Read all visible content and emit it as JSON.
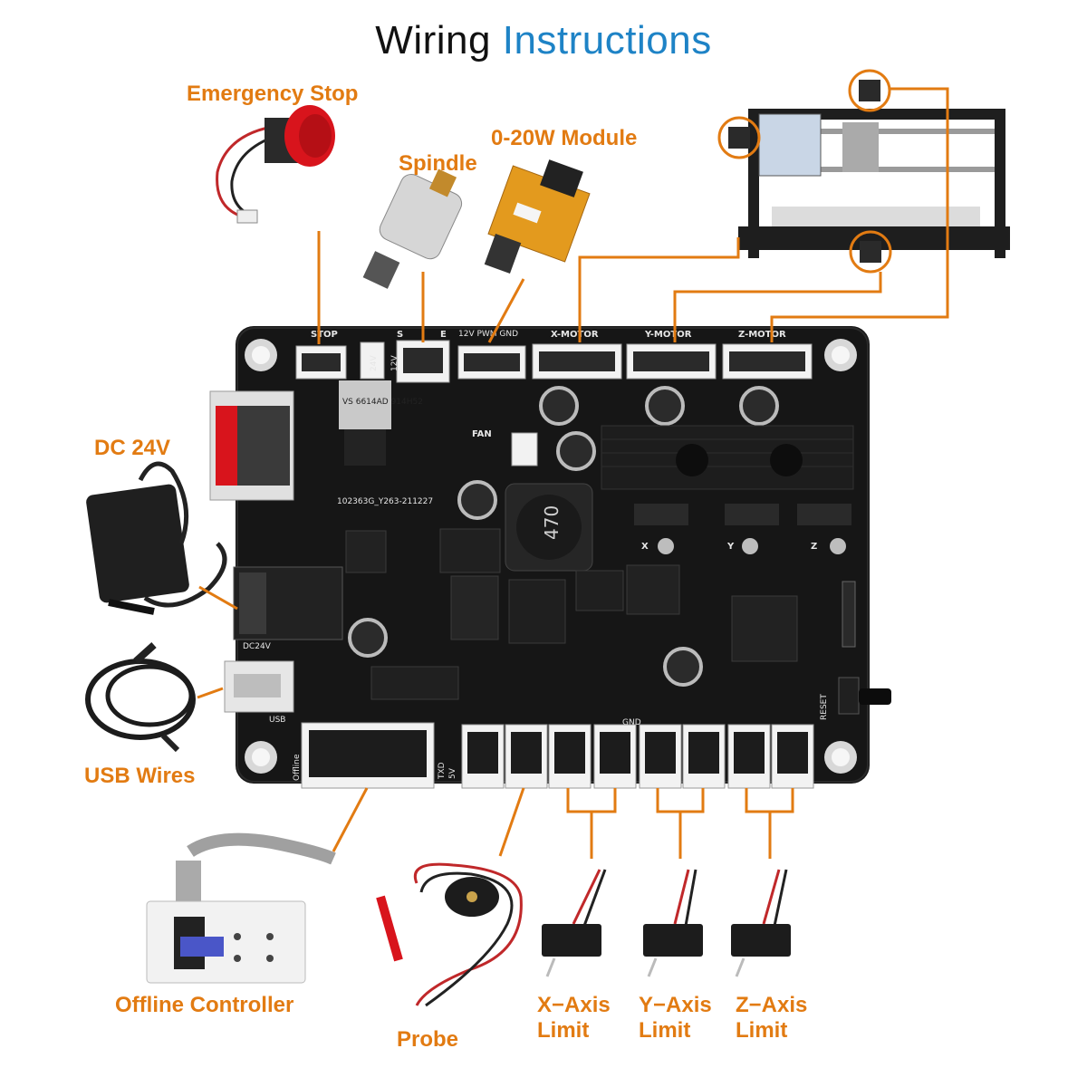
{
  "title": {
    "part1": "Wiring",
    "part2": "Instructions"
  },
  "colors": {
    "accent": "#e27b12",
    "title_dark": "#111111",
    "title_blue": "#1e83c6",
    "board": "#161616",
    "silkscreen": "#e6e6e6"
  },
  "labels": {
    "emergency_stop": "Emergency Stop",
    "spindle": "Spindle",
    "module": "0-20W Module",
    "dc24v": "DC 24V",
    "usb_wires": "USB Wires",
    "offline_controller": "Offline Controller",
    "probe": "Probe",
    "x_limit_line1": "X−Axis",
    "x_limit_line2": "Limit",
    "y_limit_line1": "Y−Axis",
    "y_limit_line2": "Limit",
    "z_limit_line1": "Z−Axis",
    "z_limit_line2": "Limit"
  },
  "board_text": {
    "stop": "STOP",
    "s": "S",
    "e": "E",
    "pwm": "12V PWM GND",
    "x_motor": "X-MOTOR",
    "y_motor": "Y-MOTOR",
    "z_motor": "Z-MOTOR",
    "v24": "24V",
    "v12": "12V",
    "fan": "FAN",
    "model": "102363G_Y263-211227",
    "inductor": "470",
    "dc24v": "DC24V",
    "usb": "USB",
    "gnd": "GND",
    "reset": "RESET",
    "offline": "Offline",
    "txd": "TXD",
    "fiveV": "5V",
    "x": "X",
    "y": "Y",
    "z": "Z",
    "regulator": "VS 6614AD 914H52"
  },
  "icons": {
    "emergency_stop": "emergency-stop-icon",
    "spindle": "spindle-motor-icon",
    "laser": "laser-module-icon",
    "machine": "cnc-machine-icon",
    "power_adapter": "power-adapter-icon",
    "usb_cable": "usb-cable-icon",
    "controller": "offline-controller-icon",
    "probe": "probe-icon",
    "limit_switch": "limit-switch-icon"
  }
}
